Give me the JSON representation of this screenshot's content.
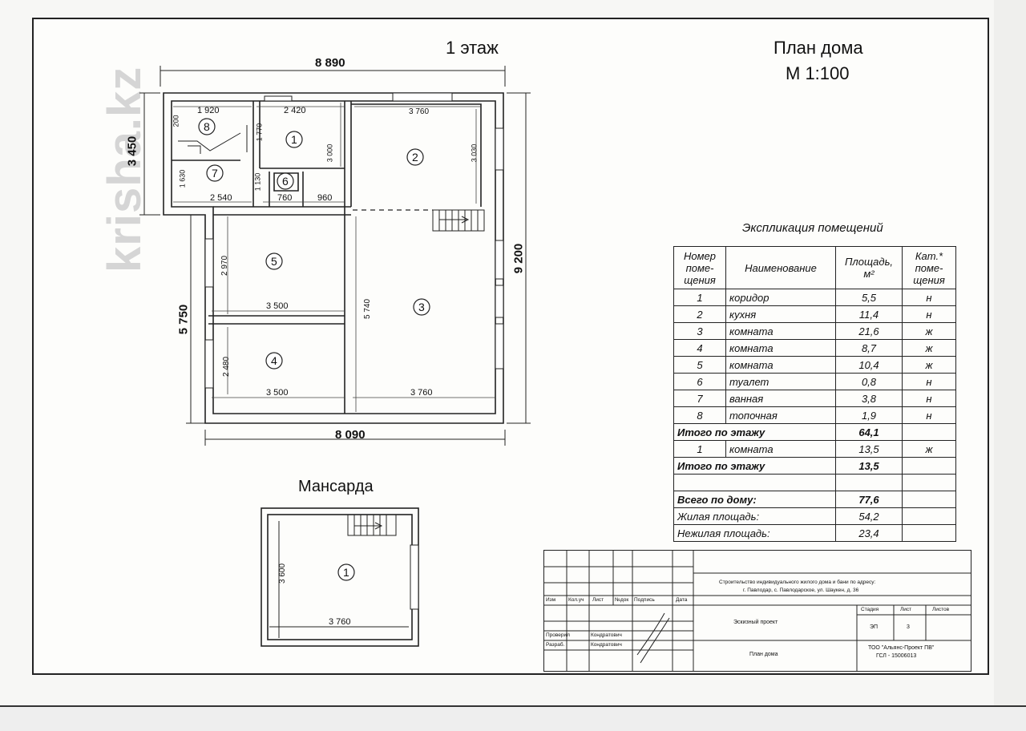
{
  "watermark": "krisha.kz",
  "header": {
    "floor_title": "1 этаж",
    "plan_title": "План  дома",
    "scale": "М 1:100"
  },
  "floor1": {
    "dimensions": {
      "top_width": "8 890",
      "bottom_width": "8 090",
      "left_upper_height": "3 450",
      "left_lower_height": "5 750",
      "right_height": "9 200"
    },
    "inner_dims": [
      "1 920",
      "2 420",
      "3 760",
      "200",
      "1 770",
      "3 000",
      "3 030",
      "1 630",
      "1 130",
      "2 540",
      "760",
      "960",
      "2 970",
      "3 500",
      "5 740",
      "2 480",
      "3 500",
      "3 760"
    ],
    "room_numbers": [
      "1",
      "2",
      "3",
      "4",
      "5",
      "6",
      "7",
      "8"
    ]
  },
  "attic": {
    "title": "Мансарда",
    "room_number": "1",
    "dims": [
      "3 600",
      "3 760"
    ]
  },
  "explication": {
    "title": "Экспликация помещений",
    "headers": {
      "col1": [
        "Номер",
        "поме-",
        "щения"
      ],
      "col2": "Наименование",
      "col3": [
        "Площадь,",
        "м²"
      ],
      "col4": [
        "Кат.*",
        "поме-",
        "щения"
      ]
    },
    "rows": [
      {
        "num": "1",
        "name": "коридор",
        "area": "5,5",
        "cat": "н"
      },
      {
        "num": "2",
        "name": "кухня",
        "area": "11,4",
        "cat": "н"
      },
      {
        "num": "3",
        "name": "комната",
        "area": "21,6",
        "cat": "ж"
      },
      {
        "num": "4",
        "name": "комната",
        "area": "8,7",
        "cat": "ж"
      },
      {
        "num": "5",
        "name": "комната",
        "area": "10,4",
        "cat": "ж"
      },
      {
        "num": "6",
        "name": "туалет",
        "area": "0,8",
        "cat": "н"
      },
      {
        "num": "7",
        "name": "ванная",
        "area": "3,8",
        "cat": "н"
      },
      {
        "num": "8",
        "name": "топочная",
        "area": "1,9",
        "cat": "н"
      }
    ],
    "floor_total_label": "Итого по этажу",
    "floor1_total": "64,1",
    "attic_row": {
      "num": "1",
      "name": "комната",
      "area": "13,5",
      "cat": "ж"
    },
    "floor2_total": "13,5",
    "house_total_label": "Всего по дому:",
    "house_total": "77,6",
    "living_label": "Жилая площадь:",
    "living_area": "54,2",
    "nonliving_label": "Нежилая площадь:",
    "nonliving_area": "23,4"
  },
  "stamp": {
    "col_headers": [
      "Изм",
      "Кол.уч",
      "Лист",
      "№док",
      "Подпись",
      "Дата"
    ],
    "project_description_1": "Строительство индивидуального жилого дома и бани по адресу:",
    "project_description_2": "г. Павлодар, с. Павлодарское, ул. Шаукен, д. 36",
    "checked_label": "Проверил",
    "developed_label": "Разраб.",
    "checked_name": "Кондратович",
    "developed_name": "Кондратович",
    "stage_label": "Стадия",
    "sheet_label": "Лист",
    "sheets_label": "Листов",
    "project_type": "Эскизный проект",
    "stage_value": "ЭП",
    "sheet_value": "3",
    "drawing_name": "План дома",
    "company_1": "ТОО \"Альянс-Проект ПВ\"",
    "company_2": "ГСЛ - 15006013"
  }
}
